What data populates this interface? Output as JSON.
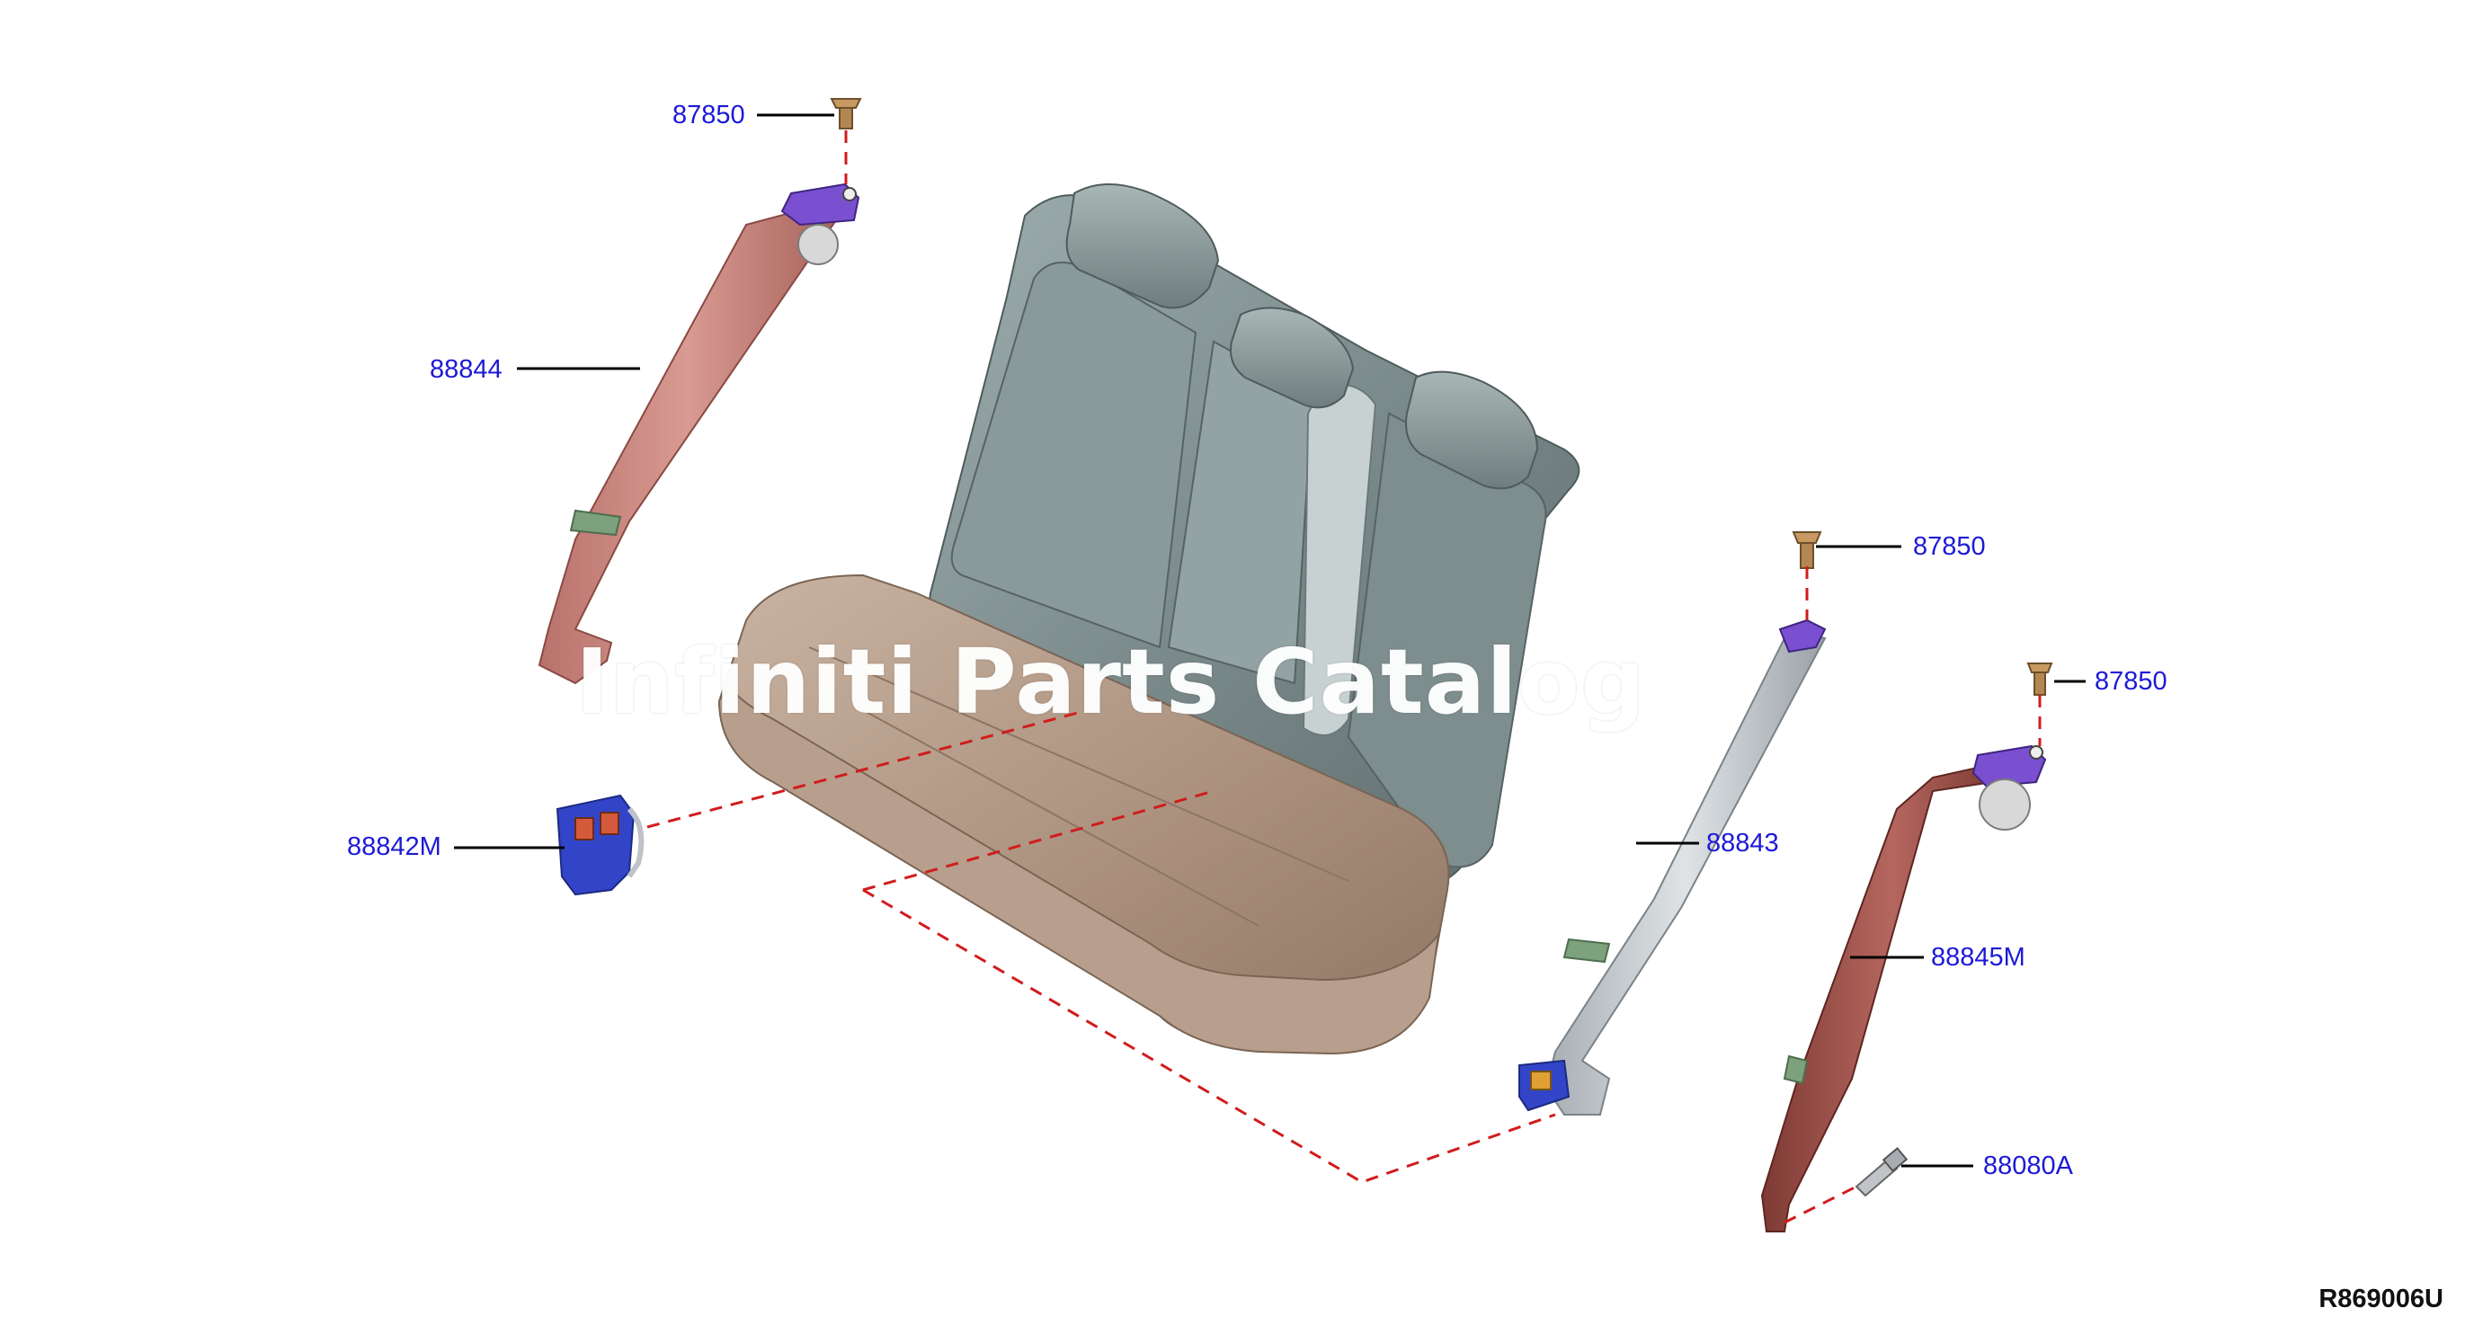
{
  "diagram": {
    "watermark": "Infiniti Parts Catalog",
    "reference_code": "R869006U",
    "callouts": [
      {
        "id": "c1",
        "label": "87850"
      },
      {
        "id": "c2",
        "label": "88844"
      },
      {
        "id": "c3",
        "label": "88842M"
      },
      {
        "id": "c4",
        "label": "87850"
      },
      {
        "id": "c5",
        "label": "87850"
      },
      {
        "id": "c6",
        "label": "88843"
      },
      {
        "id": "c7",
        "label": "88845M"
      },
      {
        "id": "c8",
        "label": "88080A"
      }
    ]
  },
  "colors": {
    "callout_text": "#1d1ad6",
    "leader_line": "#000000",
    "dashed_line": "#d11c1c",
    "seat_back": "#7c8c8c",
    "seat_cushion": "#b49c88",
    "belt_red": "#c98780",
    "belt_grey": "#c8ccd0",
    "bracket_purple": "#7a4fd0",
    "buckle_blue": "#3245c8"
  }
}
